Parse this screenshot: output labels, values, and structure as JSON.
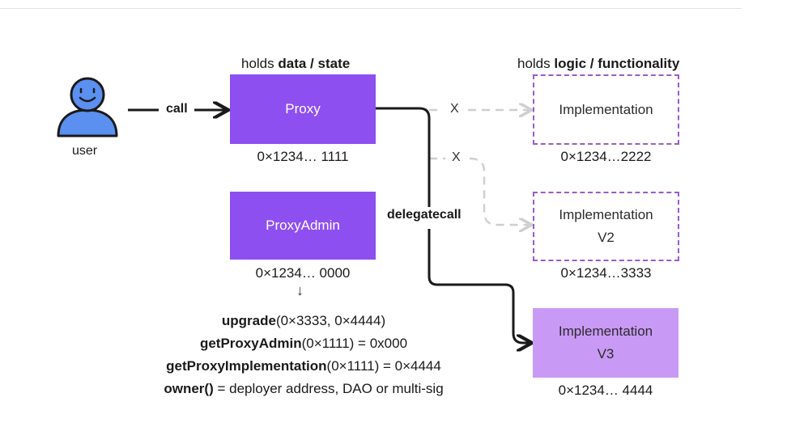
{
  "headers": {
    "left_prefix": "holds",
    "left_bold": "data / state",
    "right_prefix": "holds",
    "right_bold": "logic / functionality"
  },
  "user": {
    "label": "user"
  },
  "arrows": {
    "call": "call",
    "delegatecall": "delegatecall",
    "x1": "X",
    "x2": "X"
  },
  "proxy": {
    "label": "Proxy",
    "address": "0×1234… 1111"
  },
  "proxy_admin": {
    "label": "ProxyAdmin",
    "address": "0×1234… 0000",
    "down_arrow": "↓"
  },
  "implementations": [
    {
      "line1": "Implementation",
      "line2": "",
      "address": "0×1234…2222"
    },
    {
      "line1": "Implementation",
      "line2": "V2",
      "address": "0×1234…3333"
    },
    {
      "line1": "Implementation",
      "line2": "V3",
      "address": "0×1234… 4444"
    }
  ],
  "admin_functions": [
    {
      "name": "upgrade",
      "rest": "(0×3333, 0×4444)"
    },
    {
      "name": "getProxyAdmin",
      "rest": "(0×1111) = 0x000"
    },
    {
      "name": "getProxyImplementation",
      "rest": "(0×1111) = 0×4444"
    },
    {
      "name": "owner()",
      "rest": " = deployer address, DAO or multi-sig"
    }
  ],
  "colors": {
    "proxy_fill": "#8e4ff0",
    "implementation_v3_fill": "#c99af5",
    "dashed_border": "#9a5bd0",
    "user_fill": "#5b8ff0"
  }
}
